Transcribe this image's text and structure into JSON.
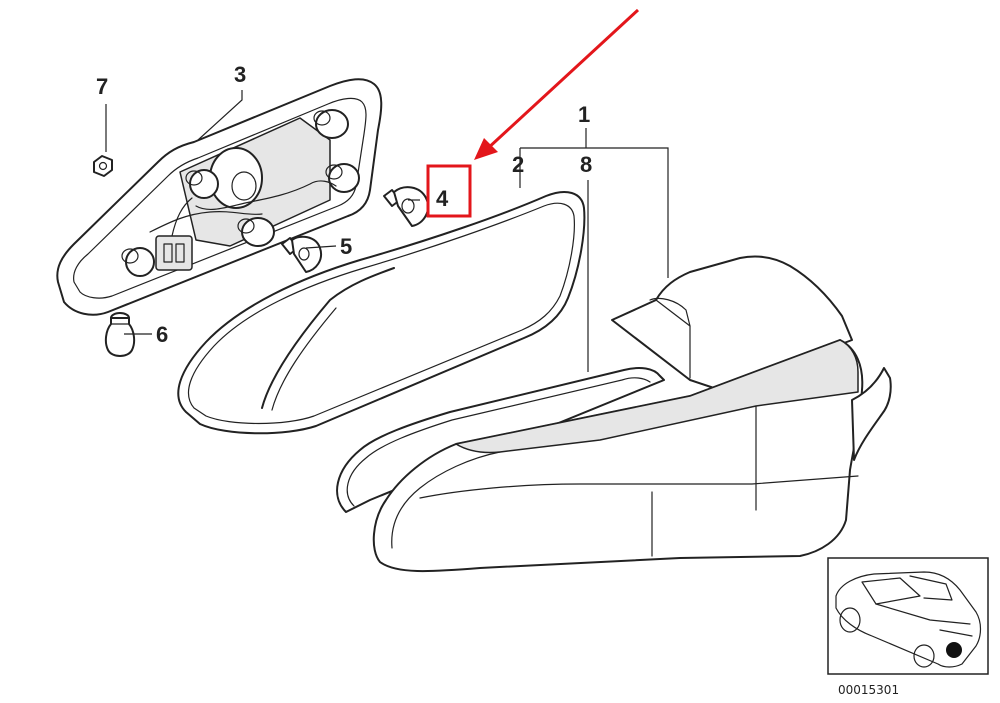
{
  "diagram": {
    "part_labels": {
      "p1": "1",
      "p2": "2",
      "p3": "3",
      "p4": "4",
      "p5": "5",
      "p6": "6",
      "p7": "7",
      "p8": "8"
    },
    "highlight": {
      "part": "4",
      "color": "#e3161b"
    },
    "document_number": "00015301"
  }
}
